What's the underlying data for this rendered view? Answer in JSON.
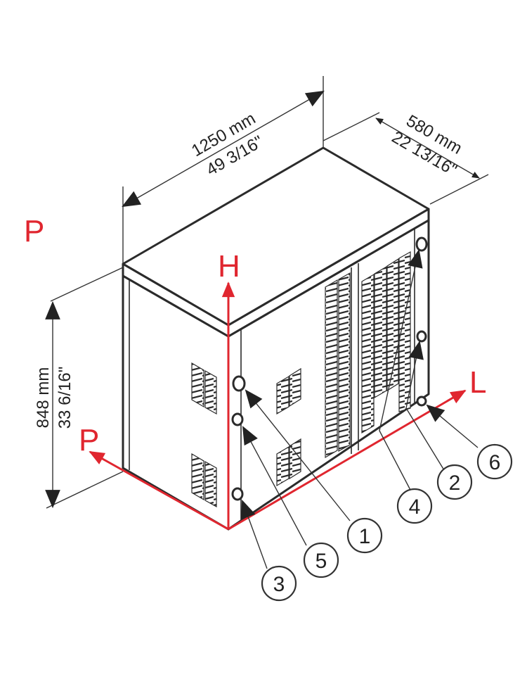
{
  "dimensions": {
    "width_mm": "1250 mm",
    "width_in": "49 3/16\"",
    "depth_mm": "580 mm",
    "depth_in": "22 13/16\"",
    "height_mm": "848 mm",
    "height_in": "33 6/16\""
  },
  "axes": {
    "top_left_label": "P",
    "height_label": "H",
    "length_label": "L",
    "depth_label": "P"
  },
  "callouts": [
    "1",
    "2",
    "3",
    "4",
    "5",
    "6"
  ],
  "colors": {
    "accent": "#e0262f",
    "line": "#2b2b2b",
    "fill": "#ffffff"
  }
}
